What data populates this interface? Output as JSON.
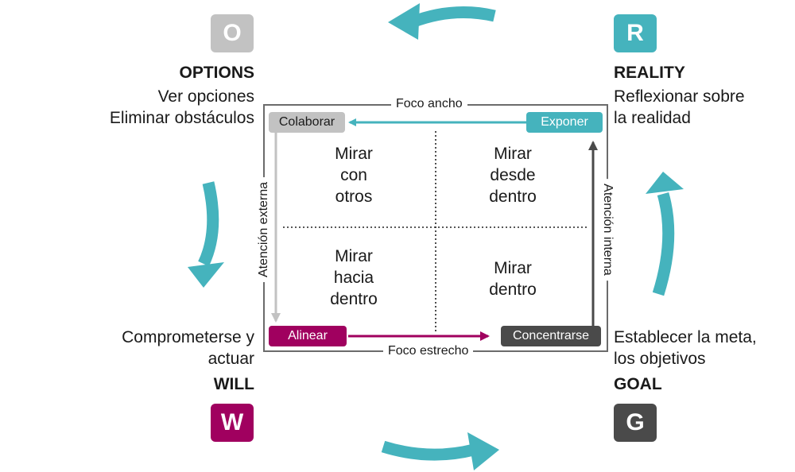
{
  "colors": {
    "teal": "#45b3bd",
    "gray_light": "#c2c2c2",
    "gray_dark": "#4a4a4a",
    "magenta": "#a0005f",
    "frame": "#6b6b6b"
  },
  "corners": {
    "options": {
      "letter": "O",
      "title": "OPTIONS",
      "lines": [
        "Ver opciones",
        "Eliminar obstáculos"
      ]
    },
    "reality": {
      "letter": "R",
      "title": "REALITY",
      "lines": [
        "Reflexionar sobre",
        "la realidad"
      ]
    },
    "will": {
      "letter": "W",
      "title": "WILL",
      "lines": [
        "Comprometerse y",
        "actuar"
      ]
    },
    "goal": {
      "letter": "G",
      "title": "GOAL",
      "lines": [
        "Establecer la meta,",
        "los objetivos"
      ]
    }
  },
  "axes": {
    "top": "Foco ancho",
    "bottom": "Foco estrecho",
    "left": "Atención externa",
    "right": "Atención interna"
  },
  "pills": {
    "colaborar": "Colaborar",
    "exponer": "Exponer",
    "alinear": "Alinear",
    "concentrarse": "Concentrarse"
  },
  "quadrants": {
    "top_left": [
      "Mirar",
      "con",
      "otros"
    ],
    "top_right": [
      "Mirar",
      "desde",
      "dentro"
    ],
    "bottom_left": [
      "Mirar",
      "hacia",
      "dentro"
    ],
    "bottom_right": [
      "Mirar",
      "dentro"
    ]
  }
}
